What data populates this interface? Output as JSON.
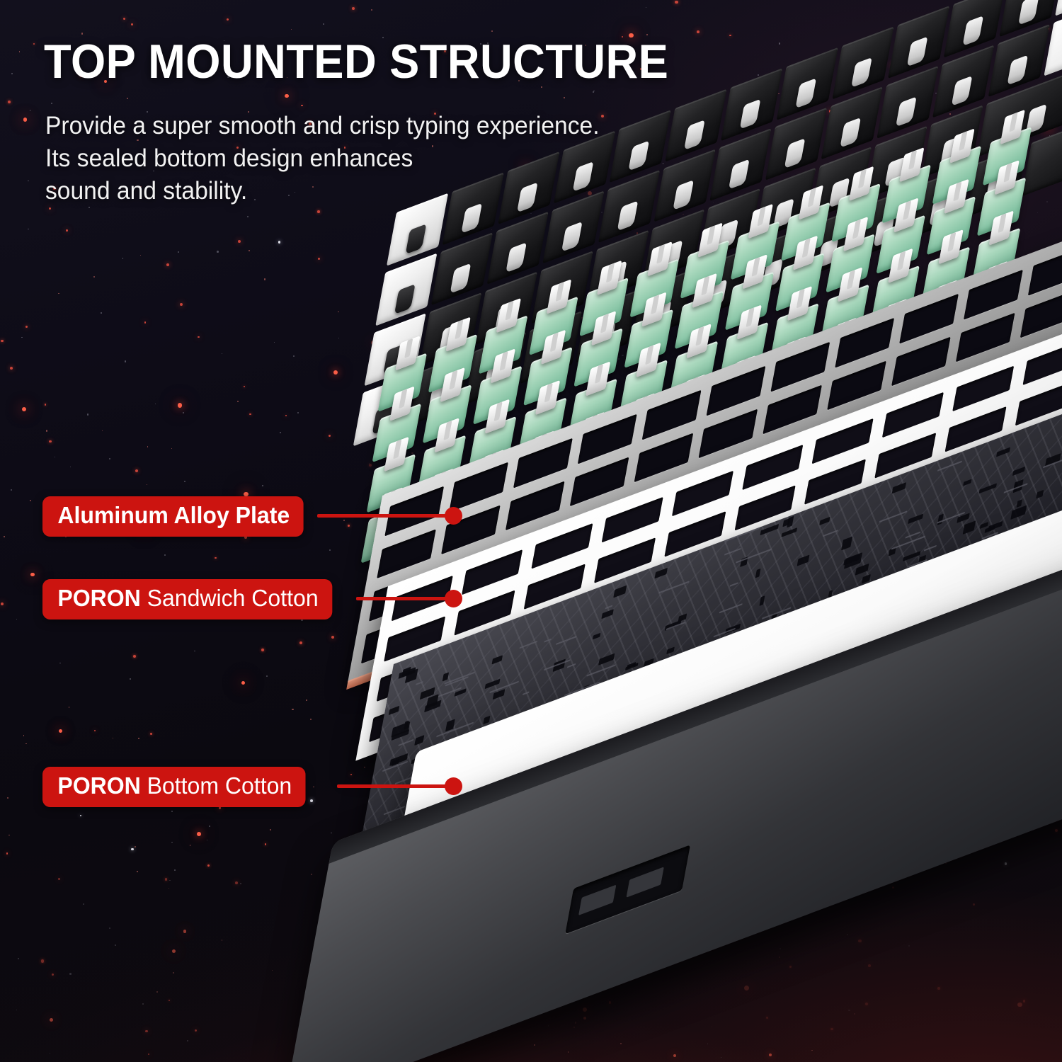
{
  "header": {
    "title": "TOP MOUNTED STRUCTURE",
    "subtitle_lines": [
      "Provide a super smooth and crisp typing experience.",
      "Its sealed bottom design enhances",
      "sound and stability."
    ]
  },
  "callouts": [
    {
      "id": "aluminum-alloy-plate",
      "label": "Aluminum Alloy Plate",
      "bold_prefix": "",
      "rest": "Aluminum Alloy Plate"
    },
    {
      "id": "poron-sandwich-cotton",
      "label": "PORON Sandwich Cotton",
      "bold_prefix": "PORON",
      "rest": " Sandwich Cotton"
    },
    {
      "id": "poron-bottom-cotton",
      "label": "PORON Bottom Cotton",
      "bold_prefix": "PORON",
      "rest": " Bottom Cotton"
    }
  ],
  "layers": [
    {
      "name": "keycaps",
      "description": "Black and white keycaps viewed from underside with stems"
    },
    {
      "name": "switches",
      "description": "Mint green mechanical switches with white stems"
    },
    {
      "name": "aluminum-alloy-plate",
      "description": "Grey perforated aluminum switch plate"
    },
    {
      "name": "poron-sandwich-cotton",
      "description": "White PORON foam lattice between plate and PCB"
    },
    {
      "name": "pcb",
      "description": "Dark printed circuit board with traces"
    },
    {
      "name": "poron-bottom-cotton",
      "description": "White solid PORON foam sheet"
    },
    {
      "name": "bottom-case",
      "description": "Dark grey bottom case with USB-C port"
    }
  ],
  "colors": {
    "accent_red": "#cc1410",
    "switch_green": "#a9d8bd",
    "background_dark": "#0d0b16",
    "text_white": "#ffffff"
  }
}
